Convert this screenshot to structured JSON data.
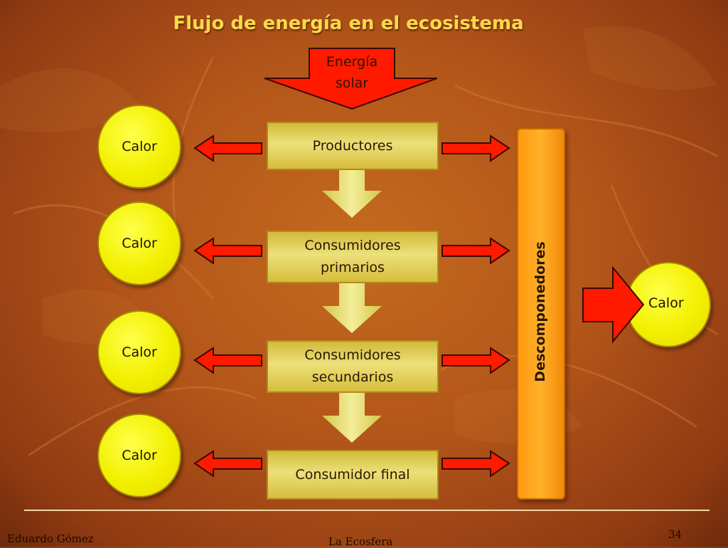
{
  "title": "Flujo de energía en el ecosistema",
  "sun": {
    "label_line1": "Energía",
    "label_line2": "solar"
  },
  "levels": [
    {
      "line1": "Productores",
      "line2": ""
    },
    {
      "line1": "Consumidores",
      "line2": "primarios"
    },
    {
      "line1": "Consumidores",
      "line2": "secundarios"
    },
    {
      "line1": "Consumidor final",
      "line2": ""
    }
  ],
  "heat_label": "Calor",
  "heat_circles": [
    "Calor",
    "Calor",
    "Calor",
    "Calor"
  ],
  "decomposers": {
    "label": "Descomponedores"
  },
  "decomposer_heat": "Calor",
  "footer": {
    "author": "Eduardo Gómez",
    "topic": "La Ecosfera",
    "page_number": "34"
  },
  "colors": {
    "arrow_red": "#ff1a00",
    "circle_yellow": "#f2f000",
    "box_gold": "#e0cf5a",
    "decomposer_orange": "#ffa21a",
    "title_yellow": "#ffd84a"
  }
}
